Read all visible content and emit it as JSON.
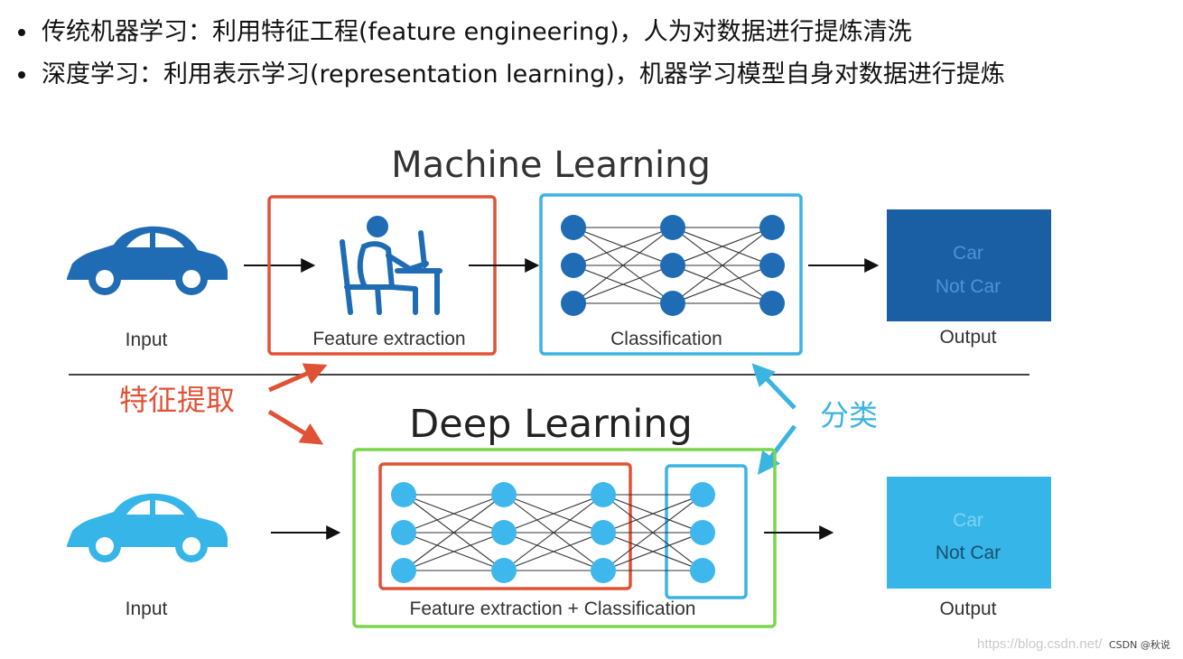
{
  "bullets": [
    {
      "text": "传统机器学习：利用特征工程(feature engineering)，人为对数据进行提炼清洗"
    },
    {
      "text": "深度学习：利用表示学习(representation learning)，机器学习模型自身对数据进行提炼"
    }
  ],
  "diagram": {
    "ml_title": "Machine Learning",
    "dl_title": "Deep Learning",
    "ml_row": {
      "input_label": "Input",
      "feature_label": "Feature extraction",
      "classification_label": "Classification",
      "output_label": "Output",
      "output_line1": "Car",
      "output_line2": "Not Car"
    },
    "dl_row": {
      "input_label": "Input",
      "combined_label": "Feature extraction + Classification",
      "output_label": "Output",
      "output_line1": "Car",
      "output_line2": "Not Car"
    },
    "annotation_feature": "特征提取",
    "annotation_classify": "分类",
    "watermark": "https://blog.csdn.net/",
    "watermark_author": "CSDN @秋说"
  },
  "colors": {
    "ml_dark_blue": "#1f6cb5",
    "output_dark": "#1a5ea3",
    "dl_light_blue": "#36b6e8",
    "node_light_blue": "#3eb8ec",
    "feature_red": "#e05236",
    "classify_cyan": "#3ab4e0",
    "dl_green": "#7bd64b"
  }
}
